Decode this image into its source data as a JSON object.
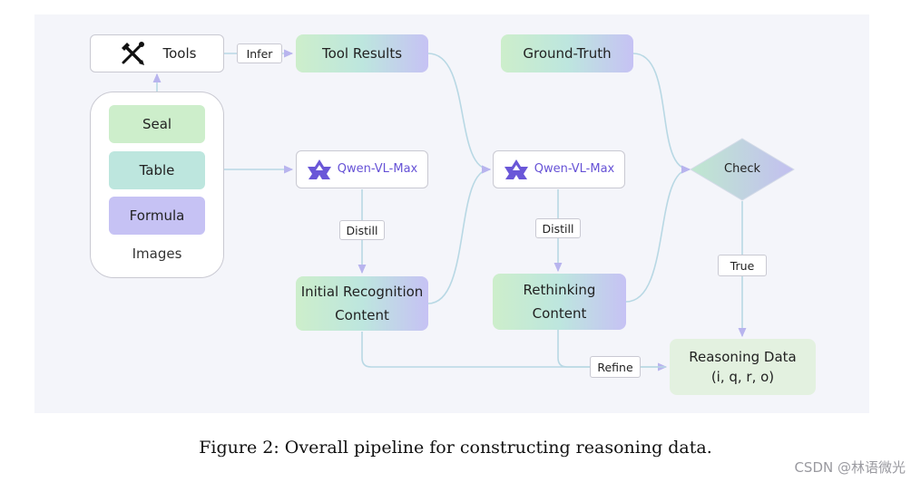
{
  "nodes": {
    "tools": "Tools",
    "tool_results": "Tool Results",
    "ground_truth": "Ground-Truth",
    "seal": "Seal",
    "table": "Table",
    "formula": "Formula",
    "images": "Images",
    "qwen_1": "Qwen-VL-Max",
    "qwen_2": "Qwen-VL-Max",
    "check": "Check",
    "initial_recognition": [
      "Initial Recognition",
      "Content"
    ],
    "rethinking": [
      "Rethinking",
      "Content"
    ],
    "reasoning_data": [
      "Reasoning Data",
      "(i, q, r, o)"
    ]
  },
  "edge_labels": {
    "infer": "Infer",
    "distill_1": "Distill",
    "distill_2": "Distill",
    "true": "True",
    "refine": "Refine"
  },
  "caption": "Figure 2: Overall pipeline for constructing reasoning data.",
  "watermark": "CSDN @林语微光",
  "icons": {
    "tools": "wrench-screwdriver-icon",
    "model": "qwen-logo-icon"
  },
  "colors": {
    "green": "#cdeecb",
    "teal": "#bde6de",
    "purple": "#c6c2f4",
    "qwen_text": "#6652d6",
    "arrow": "#b8b4ee"
  }
}
